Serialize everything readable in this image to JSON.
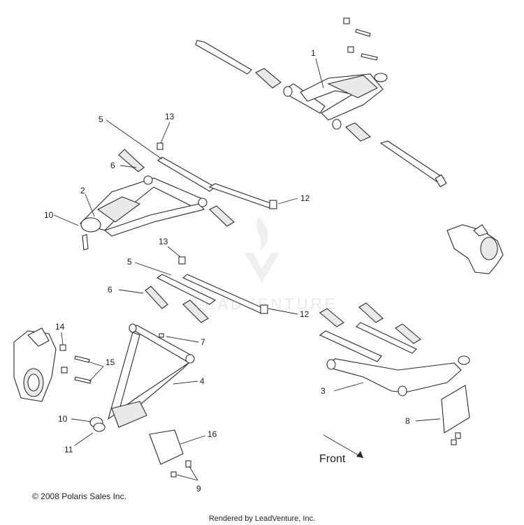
{
  "callouts": {
    "c1": "1",
    "c2": "2",
    "c3": "3",
    "c4": "4",
    "c5a": "5",
    "c5b": "5",
    "c6a": "6",
    "c6b": "6",
    "c7": "7",
    "c8": "8",
    "c9": "9",
    "c10a": "10",
    "c10b": "10",
    "c11": "11",
    "c12a": "12",
    "c12b": "12",
    "c13a": "13",
    "c13b": "13",
    "c14": "14",
    "c15": "15",
    "c16": "16"
  },
  "direction_label": "Front",
  "watermark": "LEADVENTURE",
  "copyright": "© 2008 Polaris Sales Inc.",
  "rendered_by": "Rendered by LeadVenture, Inc.",
  "colors": {
    "line": "#2a2a2a",
    "watermark": "#d8d8d8"
  }
}
